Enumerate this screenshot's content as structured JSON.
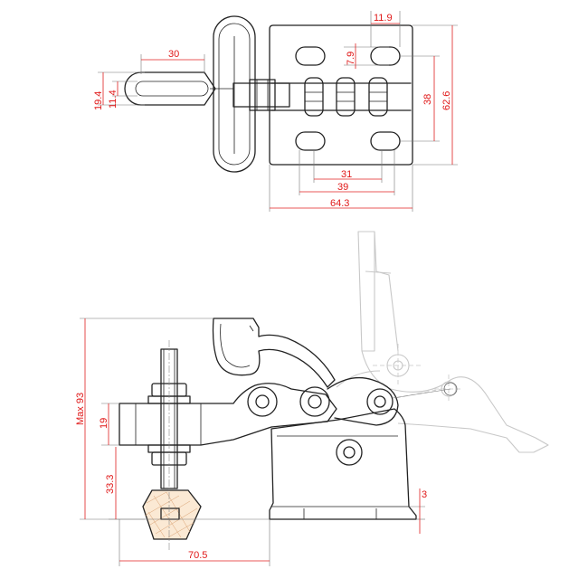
{
  "dimensions": {
    "top_slot_width": "11.9",
    "slot_height": "7.9",
    "bolt_spacing_outer": "38",
    "base_height": "62.6",
    "handle_length": "30",
    "handle_outer": "19.4",
    "handle_inner": "11.4",
    "hole_spacing_inner": "31",
    "hole_spacing_outer": "39",
    "base_width": "64.3",
    "max_height": "Max 93",
    "bar_height": "19",
    "spindle_height": "33.3",
    "base_thickness": "3",
    "reach": "70.5"
  },
  "colors": {
    "outline": "#222222",
    "ghost_outline": "#c8c8c8",
    "dimension_text": "#e01818",
    "rubber_tip": "#fbe9d4"
  }
}
